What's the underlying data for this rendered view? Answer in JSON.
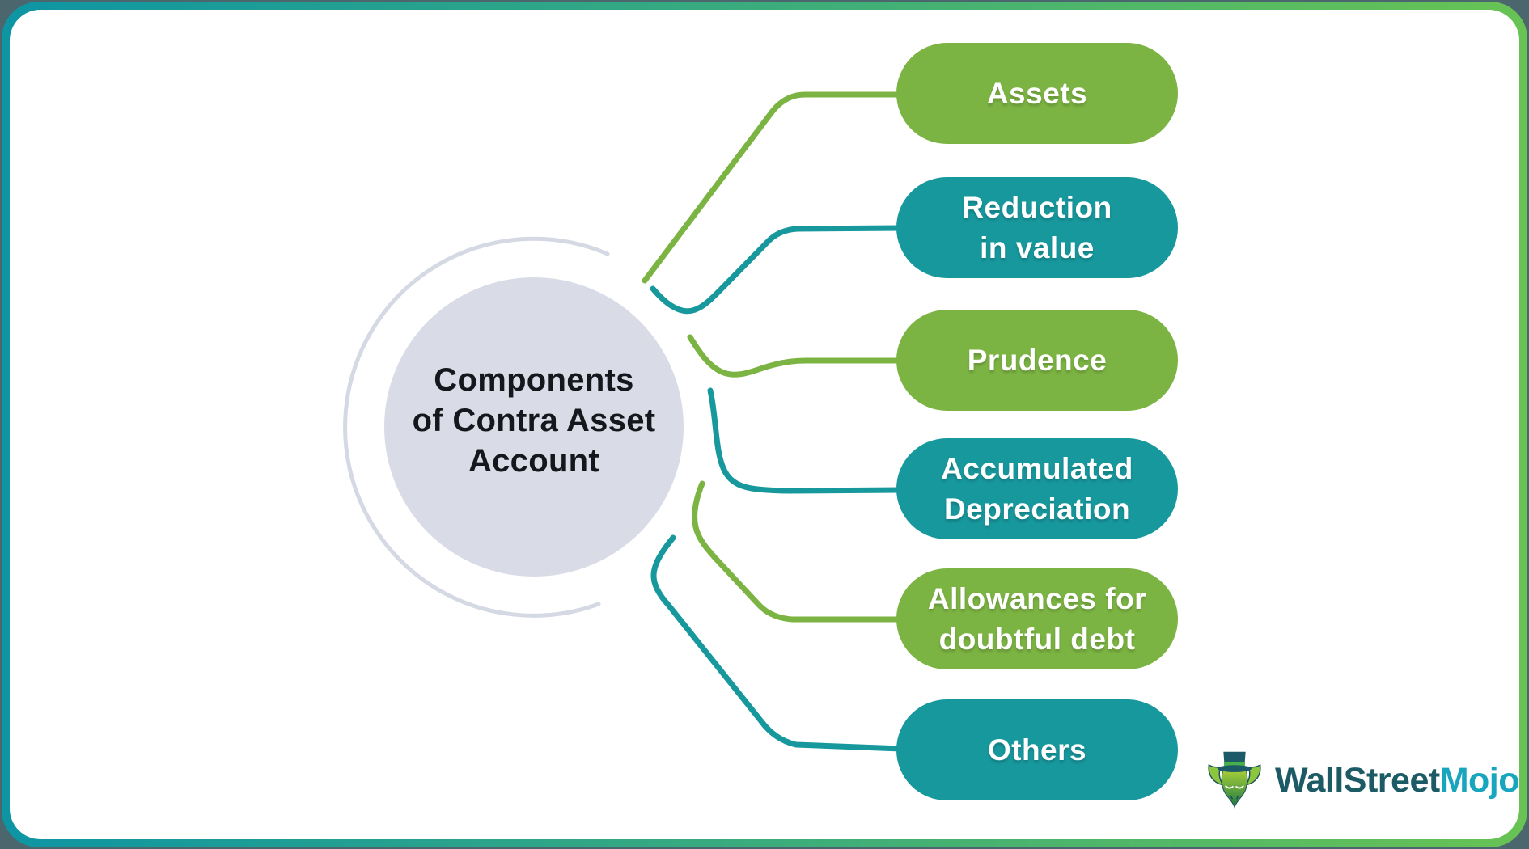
{
  "colors": {
    "green": "#7CB443",
    "teal": "#17989D",
    "circle_fill": "#D9DCE7",
    "arc_stroke": "#D5D9E4",
    "title_text": "#14171B",
    "pill_text": "#FFFFFF",
    "frame_gradient_start": "#0E95A4",
    "frame_gradient_end": "#68C354",
    "outside_background": "#4B666D",
    "logo_wallstreet": "#1C5B66",
    "logo_mojo": "#17A6BE"
  },
  "center": {
    "title": "Components\nof Contra Asset\nAccount"
  },
  "nodes": [
    {
      "label": "Assets",
      "color": "green"
    },
    {
      "label": "Reduction\nin value",
      "color": "teal"
    },
    {
      "label": "Prudence",
      "color": "green"
    },
    {
      "label": "Accumulated\nDepreciation",
      "color": "teal"
    },
    {
      "label": "Allowances for\ndoubtful debt",
      "color": "green"
    },
    {
      "label": "Others",
      "color": "teal"
    }
  ],
  "logo": {
    "part1": "WallStreet",
    "part2": "Mojo",
    "icon": "bull-mascot-icon"
  }
}
